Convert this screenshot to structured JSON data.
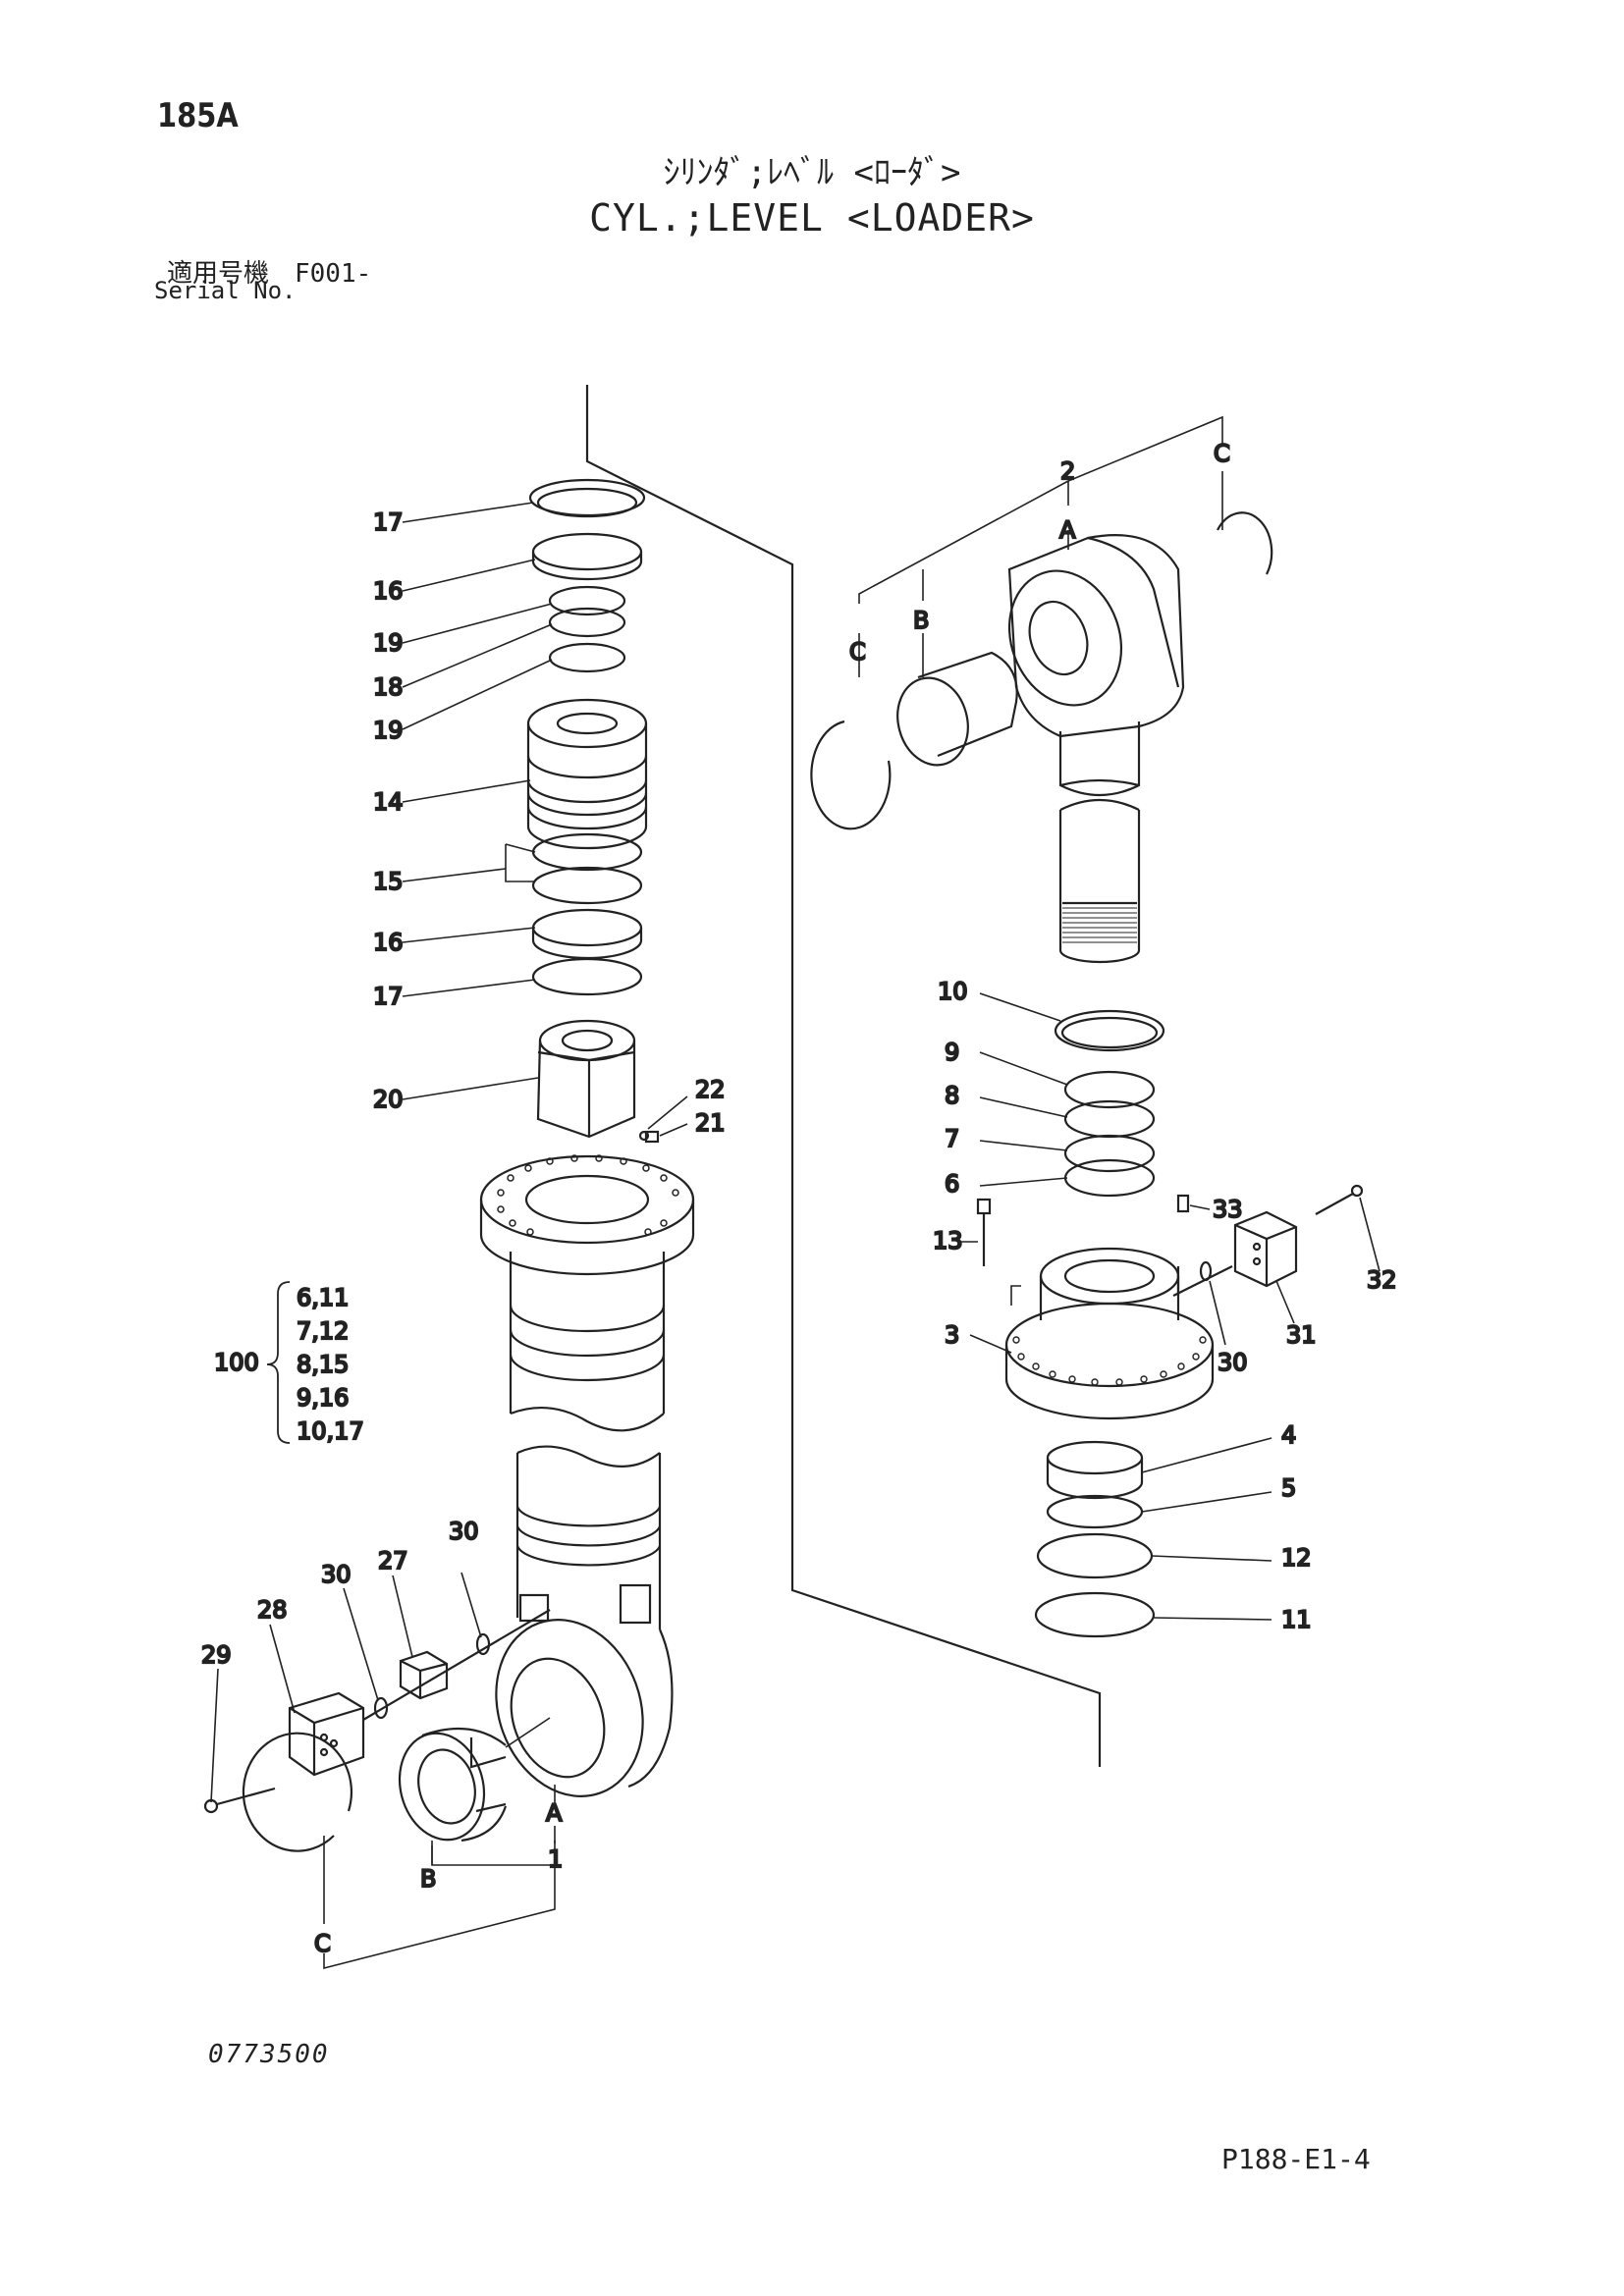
{
  "header": {
    "page_id": "185A",
    "title_jp": "ｼﾘﾝﾀﾞ;ﾚﾍﾞﾙ <ﾛｰﾀﾞ>",
    "title_en": "CYL.;LEVEL <LOADER>",
    "serial_label_jp": "適用号機　F001-",
    "serial_label_en": "Serial No."
  },
  "callouts_left": [
    "17",
    "16",
    "19",
    "18",
    "19",
    "14",
    "15",
    "16",
    "17",
    "20",
    "22",
    "21"
  ],
  "kit": {
    "number": "100",
    "contents": [
      "6,11",
      "7,12",
      "8,15",
      "9,16",
      "10,17"
    ]
  },
  "callouts_bottom_left": [
    "29",
    "28",
    "30",
    "27",
    "30",
    "A",
    "1",
    "B",
    "C"
  ],
  "callouts_right_top": [
    "2",
    "A",
    "C",
    "B",
    "C"
  ],
  "callouts_right": [
    "10",
    "9",
    "8",
    "7",
    "6",
    "13",
    "33",
    "32",
    "3",
    "31",
    "30",
    "4",
    "5",
    "12",
    "11"
  ],
  "footer": {
    "drawing_no": "0773500",
    "page_ref": "P188-E1-4"
  }
}
